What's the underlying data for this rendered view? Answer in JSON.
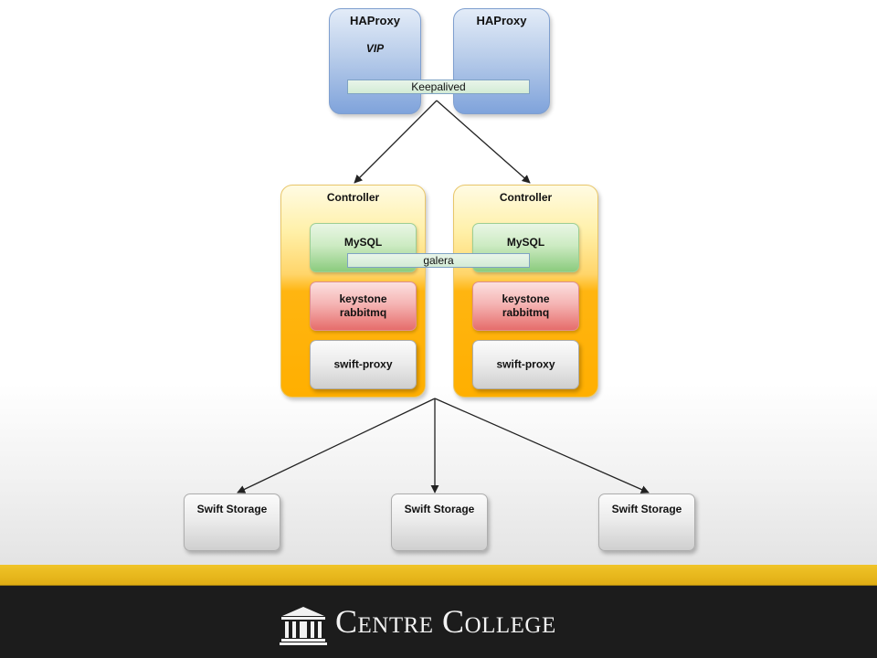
{
  "diagram": {
    "haproxy_left": {
      "title": "HAProxy",
      "vip": "VIP"
    },
    "haproxy_right": {
      "title": "HAProxy"
    },
    "keepalived": "Keepalived",
    "galera": "galera",
    "controllers": [
      {
        "title": "Controller",
        "mysql": "MySQL",
        "services": [
          "keystone",
          "rabbitmq"
        ],
        "proxy": "swift-proxy"
      },
      {
        "title": "Controller",
        "mysql": "MySQL",
        "services": [
          "keystone",
          "rabbitmq"
        ],
        "proxy": "swift-proxy"
      }
    ],
    "storage": [
      "Swift Storage",
      "Swift Storage",
      "Swift Storage"
    ]
  },
  "footer": {
    "brand": "Centre College",
    "brand_color": "#f2f2f2",
    "stripe_color": "#f0c428",
    "icon": "college-building-icon"
  }
}
